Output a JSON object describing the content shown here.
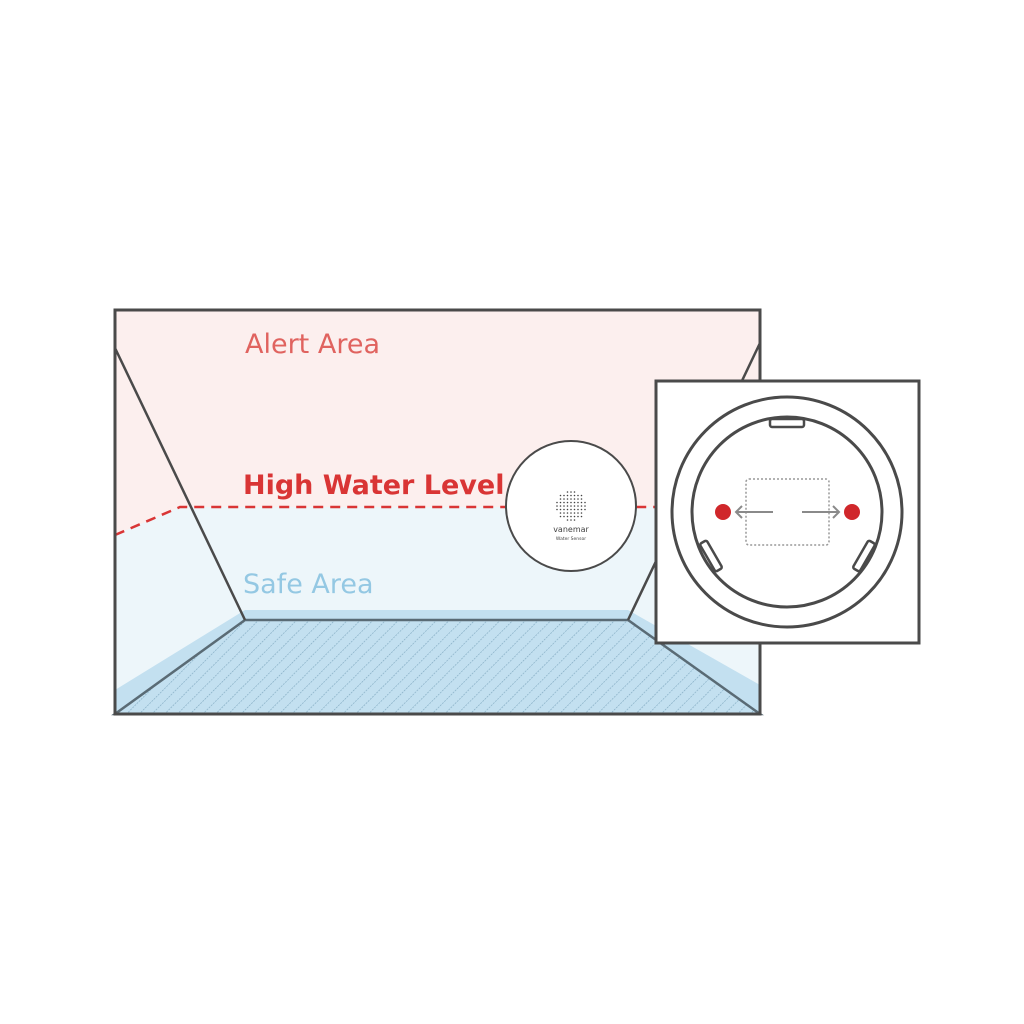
{
  "labels": {
    "alert_area": "Alert Area",
    "high_water_level": "High Water Level",
    "safe_area": "Safe Area"
  },
  "sensor": {
    "brand": "vanemar",
    "model": "Water Sensor"
  },
  "colors": {
    "alert_fill": "#fcefee",
    "safe_fill": "#edf6fa",
    "floor_fill": "#c3e0f0",
    "alert_text": "#e0635f",
    "high_water_text": "#d93535",
    "safe_text": "#94c8e3",
    "probe_dot": "#d0272b",
    "stroke": "#4a4a4a"
  }
}
